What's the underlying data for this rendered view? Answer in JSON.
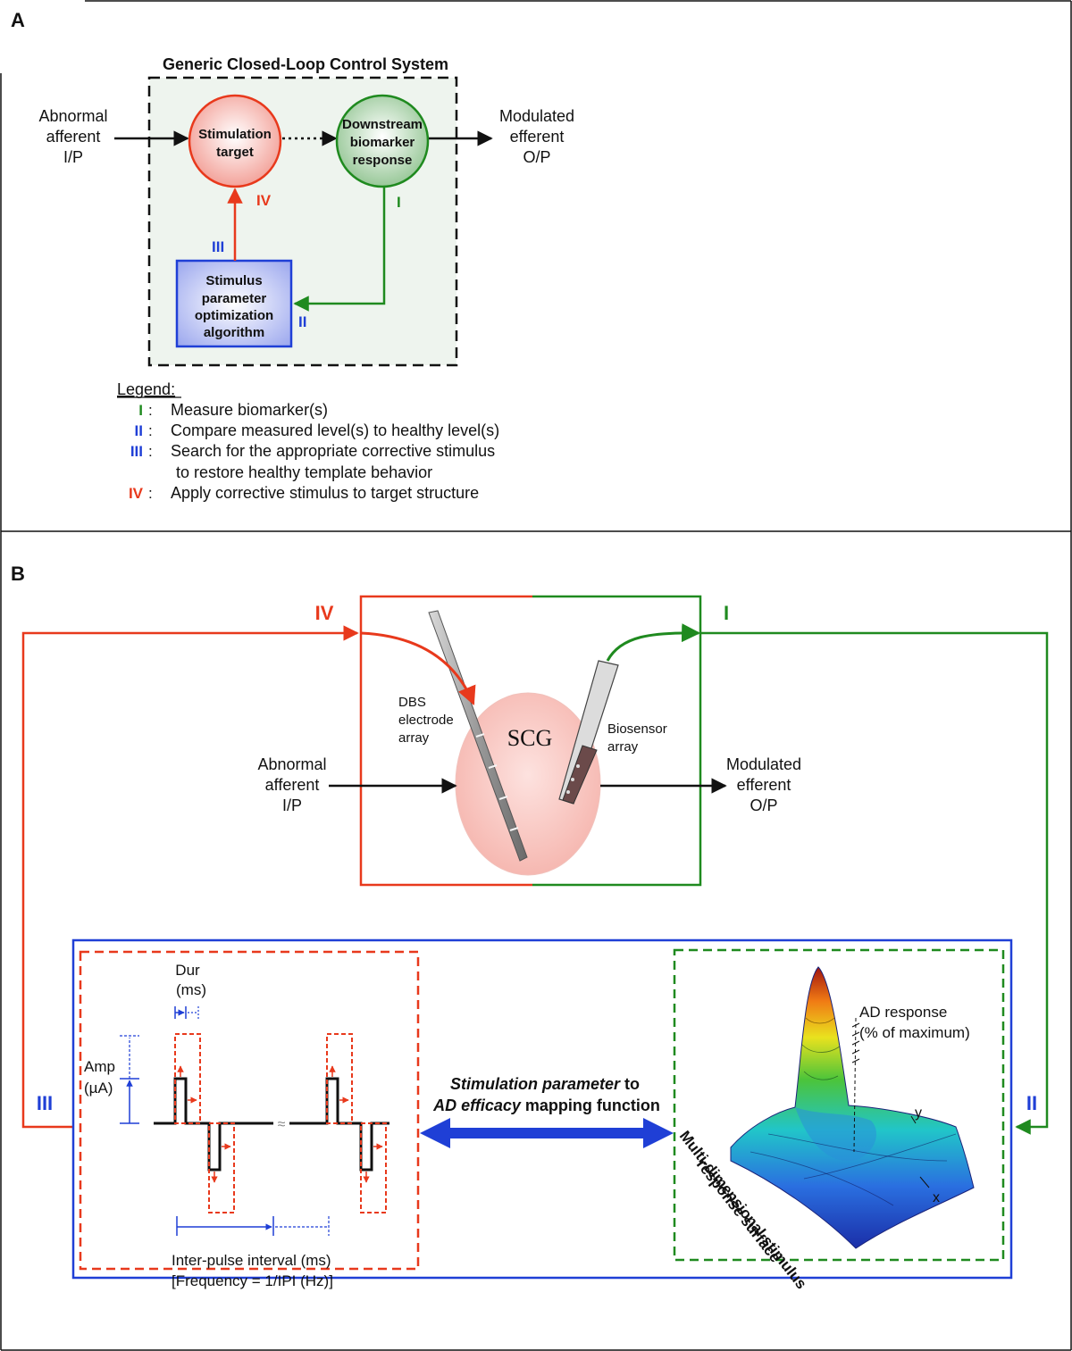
{
  "panel_a": {
    "label": "A",
    "title": "Generic Closed-Loop Control System",
    "input_label": [
      "Abnormal",
      "afferent",
      "I/P"
    ],
    "output_label": [
      "Modulated",
      "efferent",
      "O/P"
    ],
    "stimulation_node": [
      "Stimulation",
      "target"
    ],
    "biomarker_node": [
      "Downstream",
      "biomarker",
      "response"
    ],
    "algorithm_node": [
      "Stimulus",
      "parameter",
      "optimization",
      "algorithm"
    ],
    "step_i": "I",
    "step_ii": "II",
    "step_iii": "III",
    "step_iv": "IV",
    "legend_title": "Legend:",
    "legend": [
      {
        "key": "I",
        "sep": ":",
        "text": "Measure biomarker(s)",
        "color": "#1f8a1f"
      },
      {
        "key": "II",
        "sep": ":",
        "text": "Compare measured level(s) to healthy level(s)",
        "color": "#1f3fd6"
      },
      {
        "key": "III",
        "sep": ":",
        "text": "Search for the appropriate corrective stimulus",
        "text2": "to restore healthy template behavior",
        "color": "#1f3fd6"
      },
      {
        "key": "IV",
        "sep": ":",
        "text": "Apply corrective stimulus to target structure",
        "color": "#e03a1e"
      }
    ]
  },
  "panel_b": {
    "label": "B",
    "step_iv": "IV",
    "step_i": "I",
    "step_iii": "III",
    "step_ii": "II",
    "region": "SCG",
    "dbs_label": [
      "DBS",
      "electrode",
      "array"
    ],
    "biosensor_label": [
      "Biosensor",
      "array"
    ],
    "input_label": [
      "Abnormal",
      "afferent",
      "I/P"
    ],
    "output_label": [
      "Modulated",
      "efferent",
      "O/P"
    ],
    "dur_label": [
      "Dur",
      "(ms)"
    ],
    "amp_label": [
      "Amp",
      "(µA)"
    ],
    "ipi_label": [
      "Inter-pulse interval (ms)",
      "[Frequency = 1/IPI (Hz)]"
    ],
    "mapping_line1_italic": "Stimulation parameter",
    "mapping_line1_rest": " to",
    "mapping_line2_italic": "AD efficacy",
    "mapping_line2_rest": " mapping function",
    "surface_label": [
      "Multi-dimensional stimulus",
      "response surface"
    ],
    "axis_z": [
      "AD response",
      "(% of maximum)"
    ],
    "axis_y": "y",
    "axis_x": "x"
  },
  "colors": {
    "red": "#e8391c",
    "green": "#1f8a1f",
    "blue": "#1f3fd6",
    "box_fill": "#eef4ee"
  }
}
